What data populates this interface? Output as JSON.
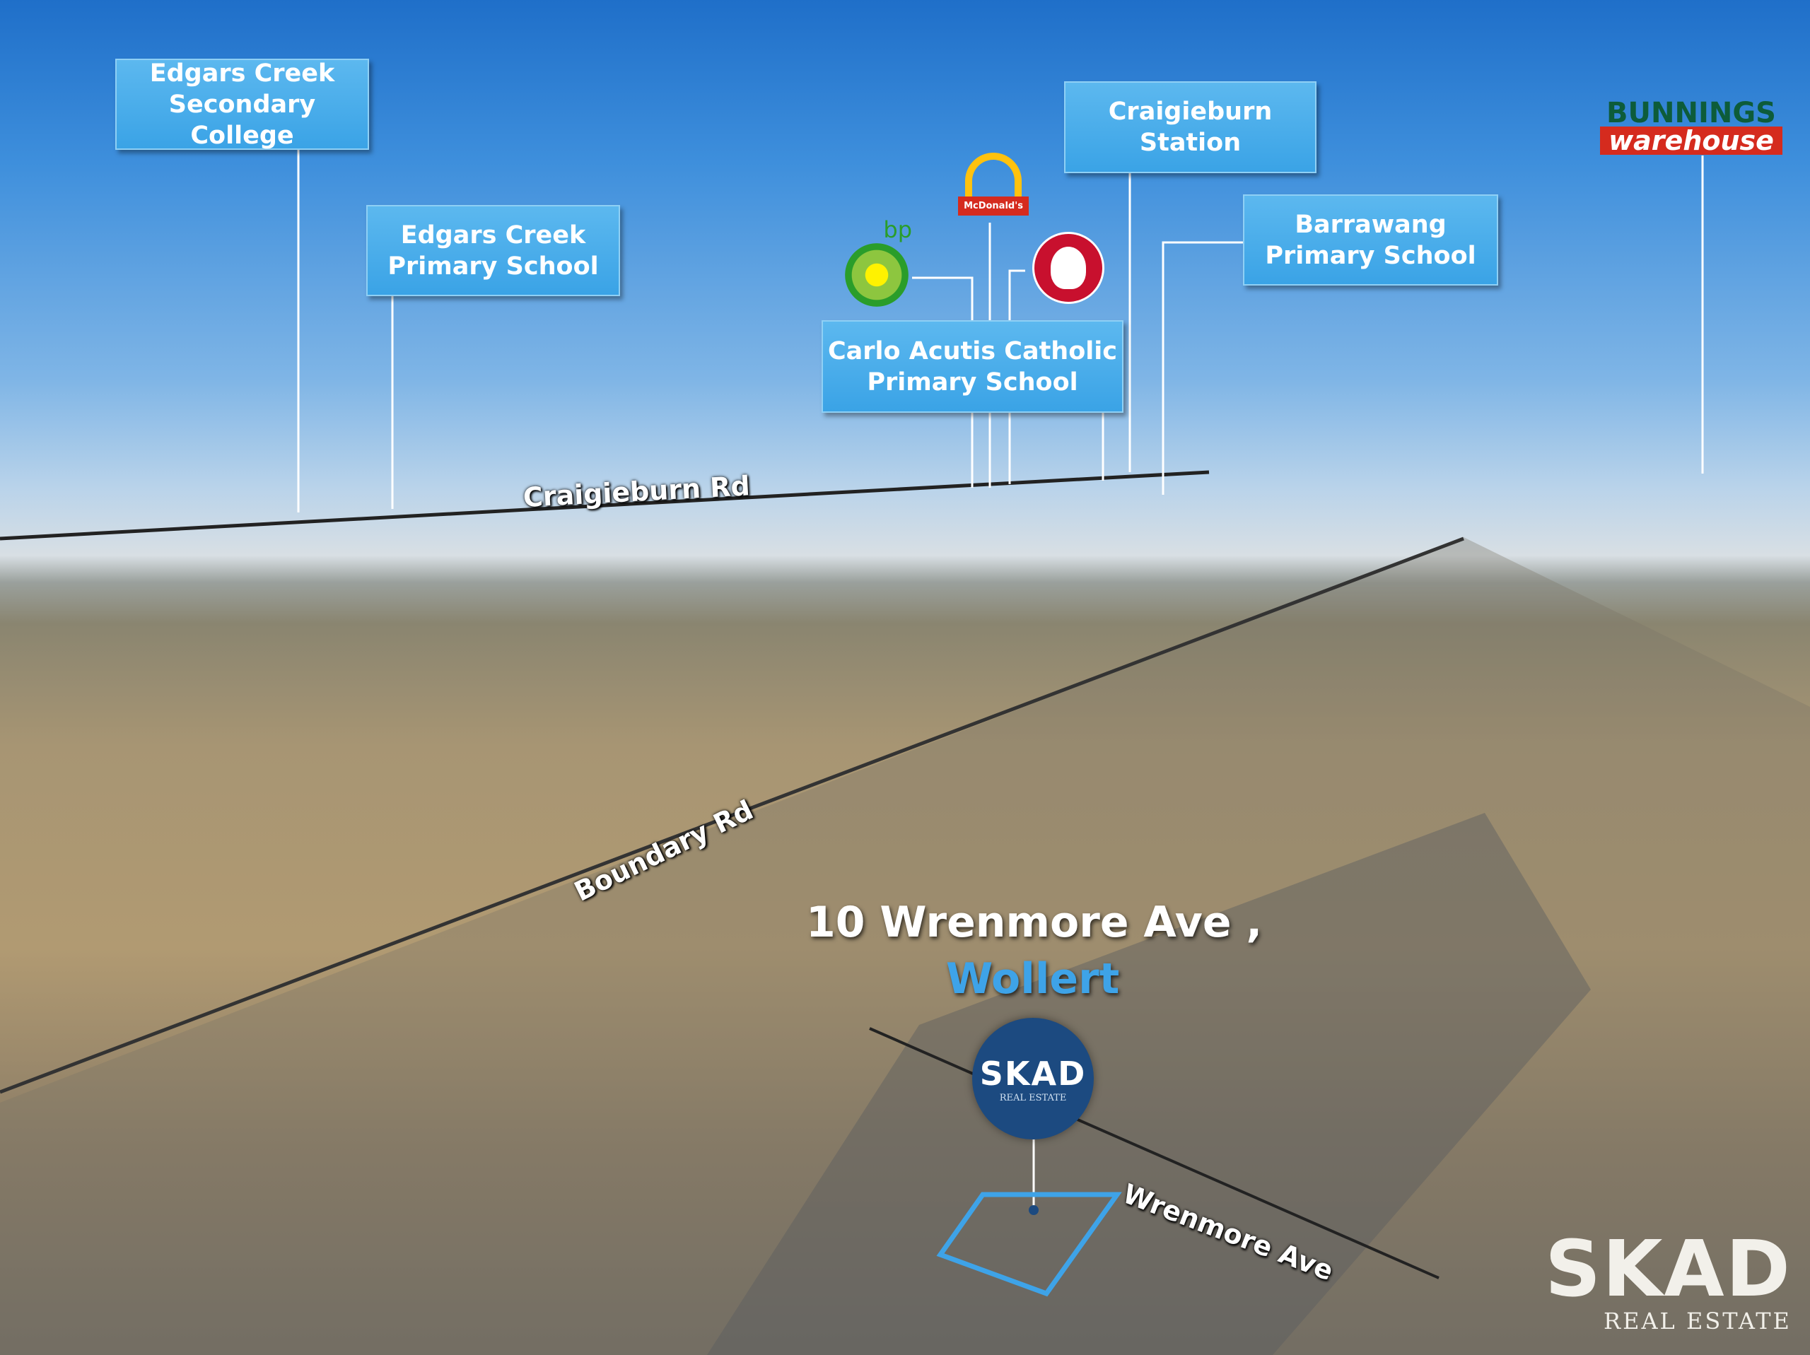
{
  "labels": {
    "edgars_secondary": "Edgars Creek Secondary College",
    "edgars_primary": "Edgars Creek Primary School",
    "craigieburn_station": "Craigieburn Station",
    "barrawang": "Barrawang Primary School",
    "carlo_acutis": "Carlo Acutis Catholic Primary School"
  },
  "logos": {
    "bp": "bp",
    "mcdonalds": "McDonald's",
    "bunnings_top": "BUNNINGS",
    "bunnings_bottom": "warehouse"
  },
  "roads": {
    "craigieburn": "Craigieburn Rd",
    "boundary": "Boundary Rd",
    "wrenmore": "Wrenmore Ave"
  },
  "address": {
    "street": "10 Wrenmore Ave ,",
    "suburb": "Wollert"
  },
  "brand": {
    "name": "SKAD",
    "tagline": "REAL ESTATE"
  },
  "colors": {
    "label_blue": "#3aa3e6",
    "brand_navy": "#1c4a80"
  }
}
